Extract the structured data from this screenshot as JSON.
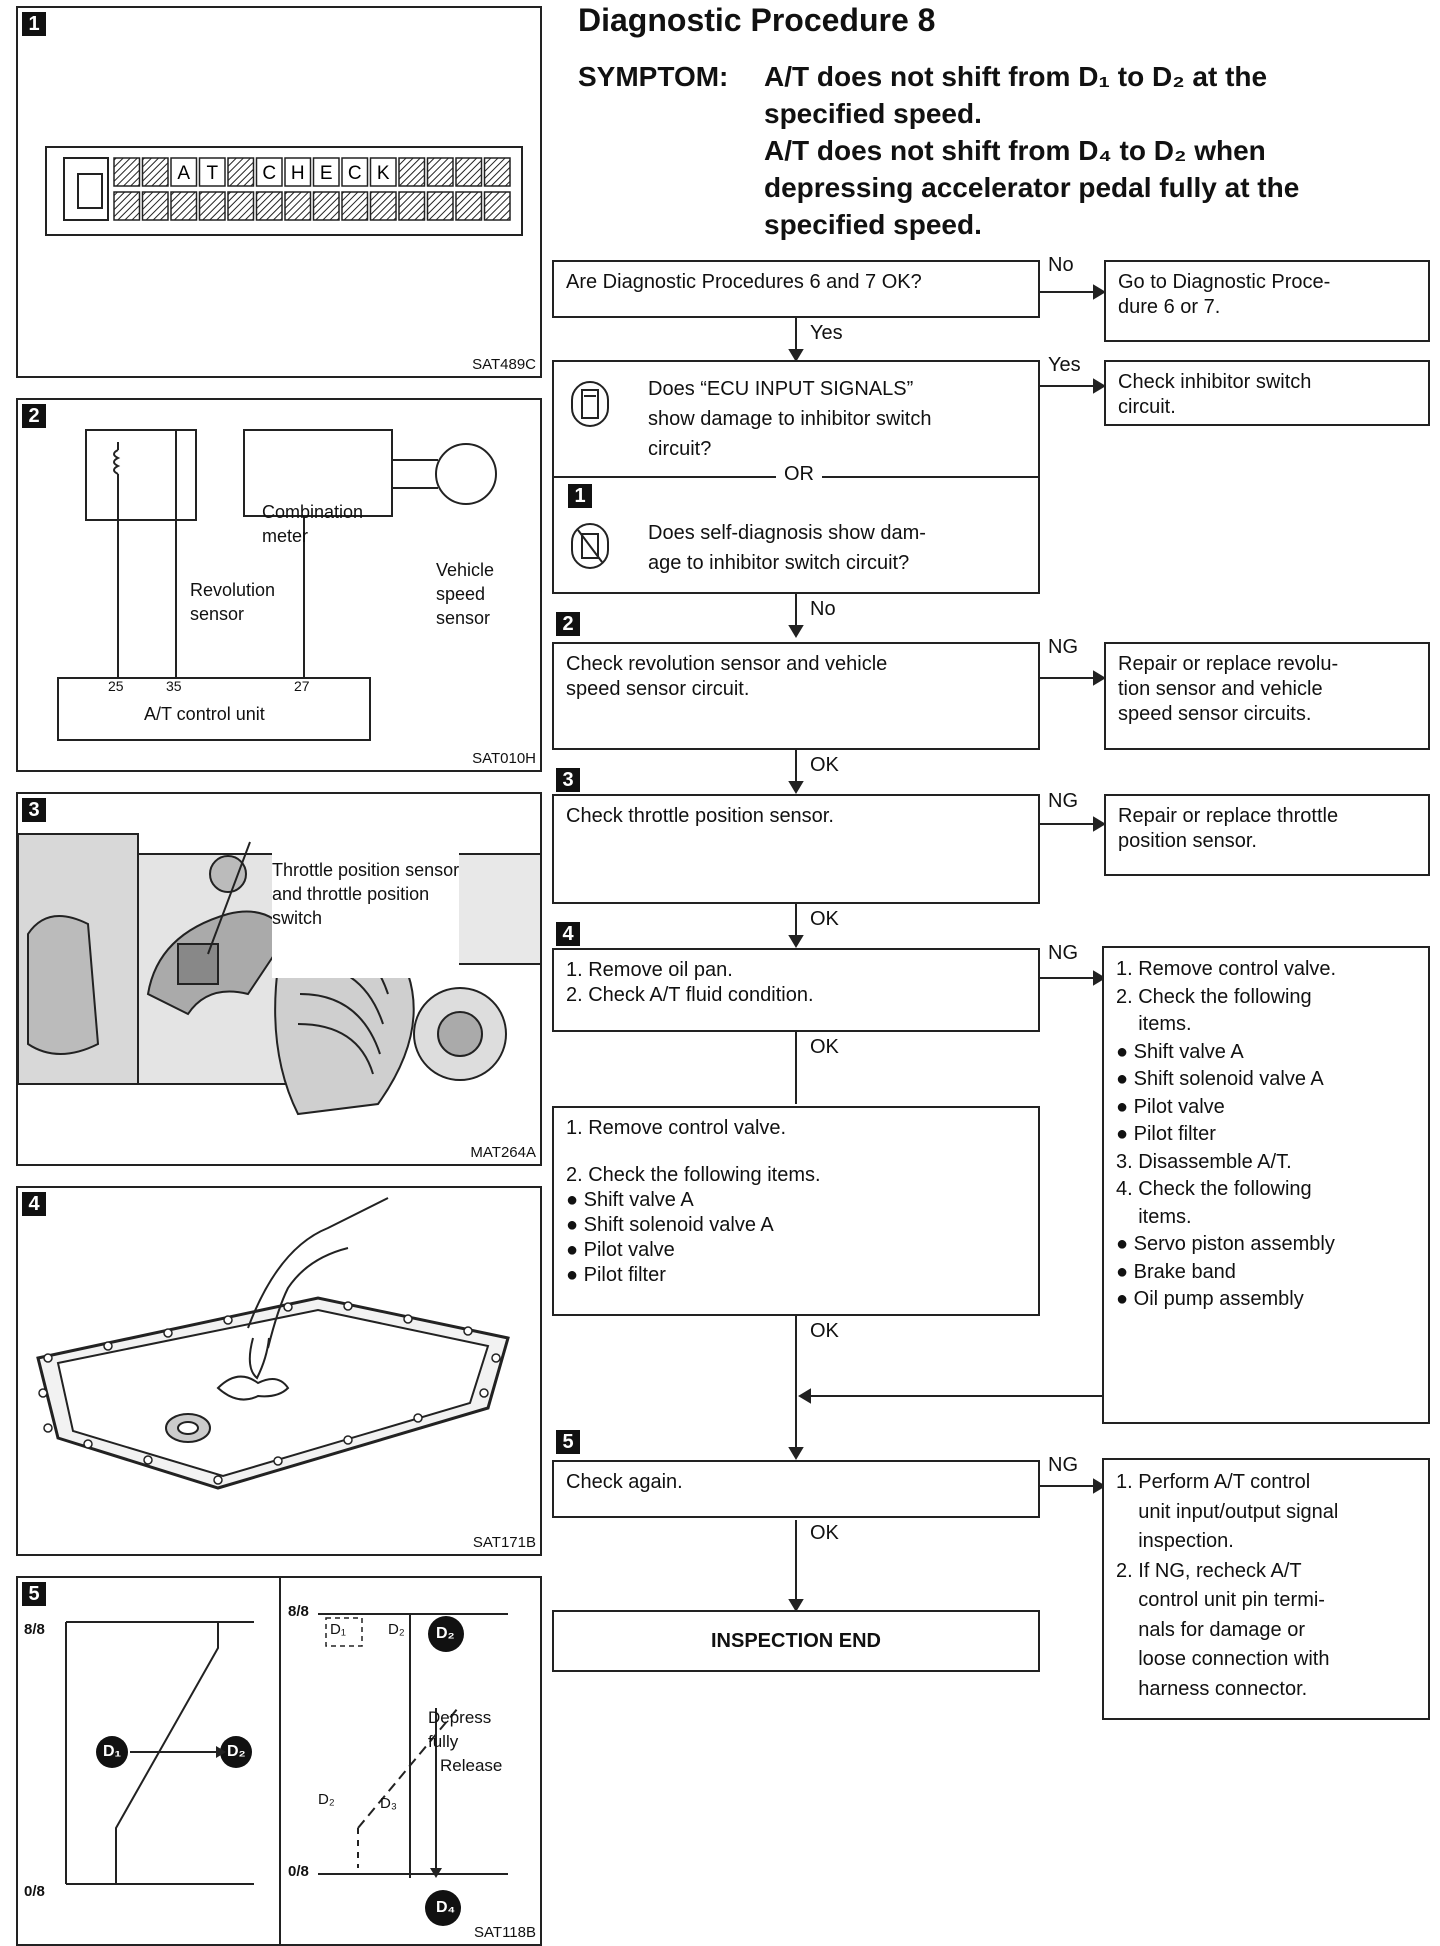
{
  "title": "Diagnostic Procedure 8",
  "symptom": {
    "label": "SYMPTOM:",
    "lines": [
      "A/T does not shift from D₁ to D₂ at the",
      "specified speed.",
      "A/T does not shift from D₄ to D₂ when",
      "depressing accelerator pedal fully at the",
      "specified speed."
    ]
  },
  "figures": {
    "fig1": {
      "num": "1",
      "code": "SAT489C",
      "display_chars": [
        "A",
        "T",
        "C",
        "H",
        "E",
        "C",
        "K"
      ]
    },
    "fig2": {
      "num": "2",
      "code": "SAT010H",
      "labels": {
        "meter": [
          "Combination",
          "meter"
        ],
        "rev": [
          "Revolution",
          "sensor"
        ],
        "vss": [
          "Vehicle",
          "speed",
          "sensor"
        ],
        "unit": "A/T control unit",
        "pins": [
          "25",
          "35",
          "27"
        ]
      }
    },
    "fig3": {
      "num": "3",
      "code": "MAT264A",
      "label": [
        "Throttle position sensor",
        "and throttle position",
        "switch"
      ]
    },
    "fig4": {
      "num": "4",
      "code": "SAT171B"
    },
    "fig5": {
      "num": "5",
      "code": "SAT118B",
      "left": {
        "top": "8/8",
        "bottom": "0/8",
        "from": "D₁",
        "to": "D₂"
      },
      "right": {
        "top": "8/8",
        "bottom": "0/8",
        "d1": "D₁",
        "d2a": "D₂",
        "d2b": "D₂",
        "d3": "D₃",
        "big_d2": "D₂",
        "big_d4": "D₄",
        "depress": [
          "Depress",
          "fully"
        ],
        "release": "Release"
      }
    }
  },
  "flow": {
    "q1": "Are Diagnostic Procedures 6 and 7 OK?",
    "q1_no": "No",
    "q1_no_box": [
      "Go to Diagnostic Proce-",
      "dure 6 or 7."
    ],
    "q1_yes": "Yes",
    "q2a": [
      "Does “ECU INPUT SIGNALS”",
      "show damage to inhibitor switch",
      "circuit?"
    ],
    "q2_or": "OR",
    "q2_step": "1",
    "q2b": [
      "Does self-diagnosis show dam-",
      "age to inhibitor switch circuit?"
    ],
    "q2_yes": "Yes",
    "q2_yes_box": [
      "Check inhibitor switch",
      "circuit."
    ],
    "q2_no": "No",
    "s2_num": "2",
    "s2": [
      "Check revolution sensor and vehicle",
      "speed sensor circuit."
    ],
    "s2_ng": "NG",
    "s2_ng_box": [
      "Repair or replace revolu-",
      "tion sensor and vehicle",
      "speed sensor circuits."
    ],
    "s2_ok": "OK",
    "s3_num": "3",
    "s3": [
      "Check throttle position sensor."
    ],
    "s3_ng": "NG",
    "s3_ng_box": [
      "Repair or replace throttle",
      "position sensor."
    ],
    "s3_ok": "OK",
    "s4_num": "4",
    "s4": [
      "1. Remove oil pan.",
      "2. Check A/T fluid condition."
    ],
    "s4_ng": "NG",
    "s4_ng_box": [
      "1. Remove control valve.",
      "",
      "",
      "",
      "2. Check the following",
      "    items.",
      "● Shift valve A",
      "● Shift solenoid valve A",
      "● Pilot valve",
      "● Pilot filter",
      "3. Disassemble A/T.",
      "4. Check the following",
      "    items.",
      "● Servo piston assembly",
      "● Brake band",
      "● Oil pump assembly"
    ],
    "s4_ok": "OK",
    "s4b": [
      "1. Remove control valve.",
      "",
      "2. Check the following items.",
      "● Shift valve A",
      "● Shift solenoid valve A",
      "● Pilot valve",
      "● Pilot filter"
    ],
    "s4b_ok": "OK",
    "s5_num": "5",
    "s5": [
      "Check again."
    ],
    "s5_ng": "NG",
    "s5_ng_box": [
      "1. Perform A/T control",
      "    unit input/output signal",
      "    inspection.",
      "2. If NG, recheck A/T",
      "    control unit pin termi-",
      "    nals for damage or",
      "    loose connection with",
      "    harness connector."
    ],
    "s5_ok": "OK",
    "end": "INSPECTION END"
  }
}
